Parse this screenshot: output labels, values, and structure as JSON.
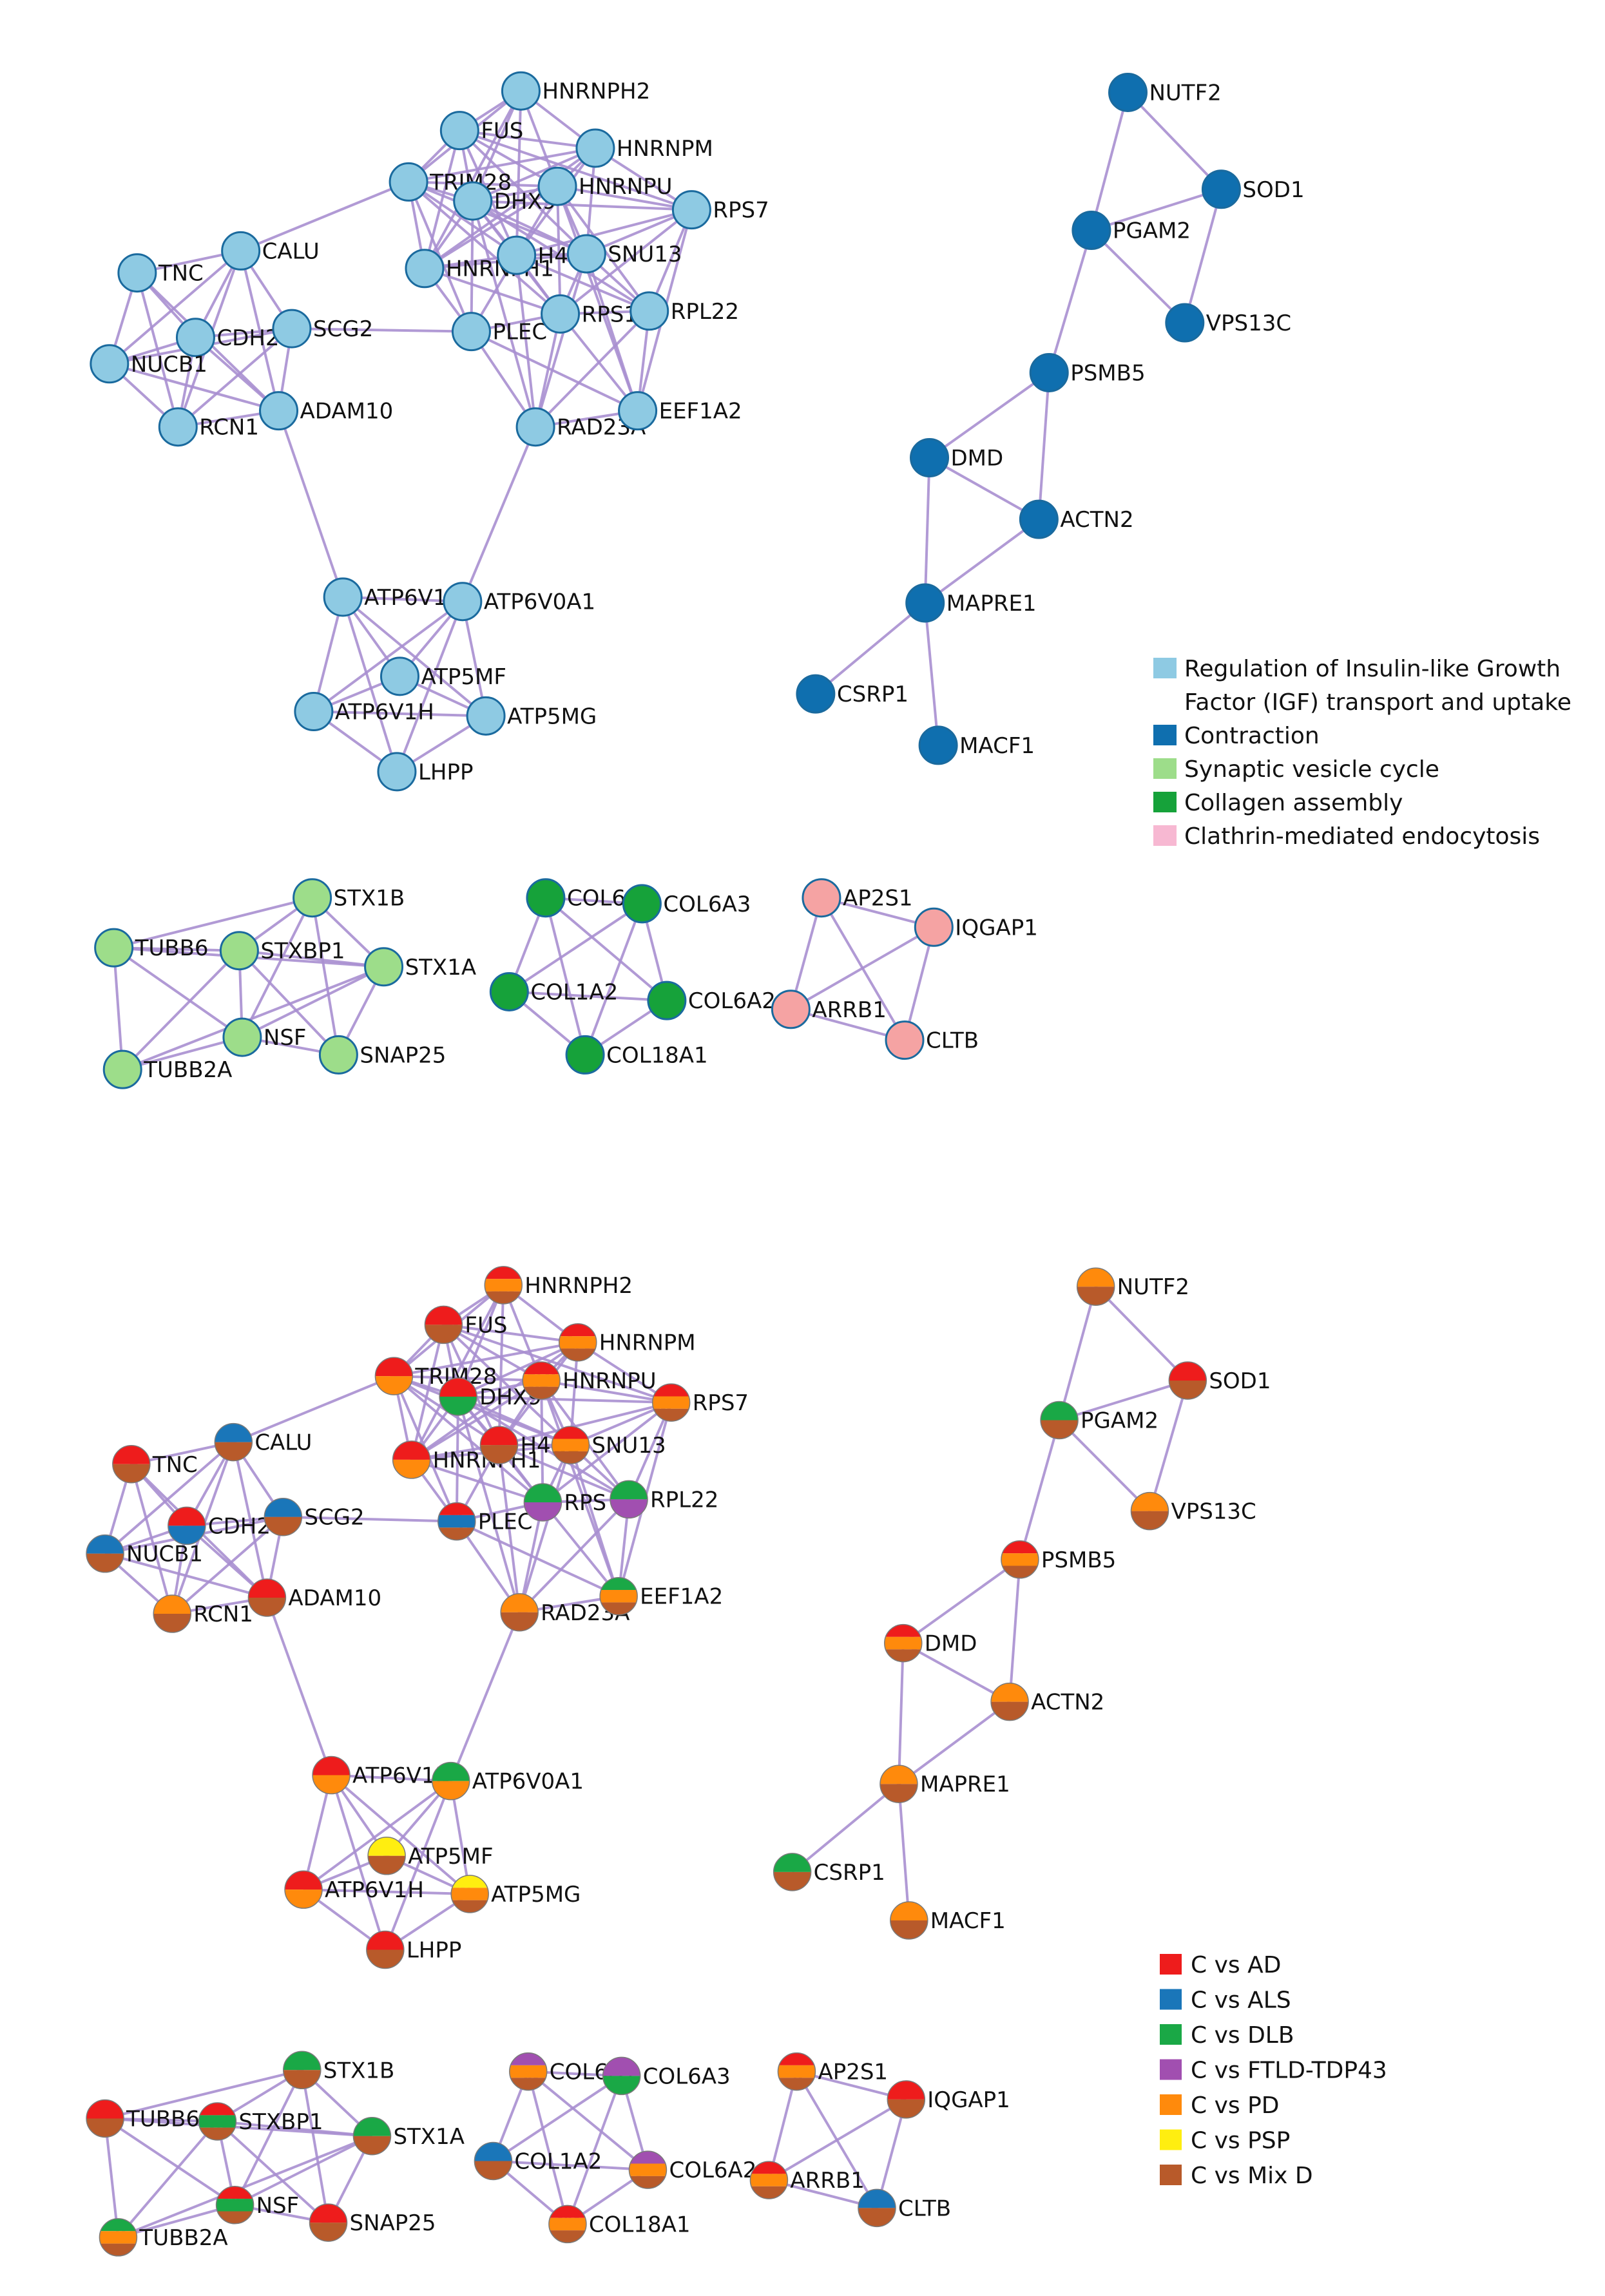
{
  "edge_color": "#a98fd0",
  "top": {
    "node_border": "#1a6a9e",
    "clusters": [
      {
        "name": "Regulation of Insulin-like Growth Factor (IGF) transport and uptake",
        "color": "#8ecae3",
        "nodes": [
          "HNRNPH2",
          "FUS",
          "HNRNPM",
          "TRIM28",
          "DHX9",
          "HNRNPU",
          "RPS7",
          "TNC",
          "CALU",
          "HNRNPH1",
          "H4C1",
          "SNU13",
          "CDH2",
          "SCG2",
          "PLEC",
          "RPS11",
          "RPL22",
          "NUCB1",
          "ADAM10",
          "RCN1",
          "RAD23A",
          "EEF1A2",
          "ATP6V1D",
          "ATP6V0A1",
          "ATP5MF",
          "ATP6V1H",
          "ATP5MG",
          "LHPP"
        ],
        "labels": [
          "HNRNPH2",
          "FUS",
          "HNRNPM",
          "TRIM28",
          "DHX9",
          "HNRNPU",
          "RPS7",
          "TNC",
          "CALU",
          "HNRNPH1",
          "H4C1",
          "SNU13",
          "CDH2",
          "SCG2",
          "PLEC",
          "RPS11",
          "RPL22",
          "NUCB1",
          "ADAM10",
          "RCN1",
          "RAD23A",
          "EEF1A2",
          "ATP6V1",
          "ATP6V0A1",
          "ATP5MF",
          "ATP6V1H",
          "ATP5MG",
          "LHPP"
        ]
      },
      {
        "name": "Contraction",
        "color": "#0f6faf",
        "nodes": [
          "NUTF2",
          "SOD1",
          "PGAM2",
          "VPS13C",
          "PSMB5",
          "DMD",
          "ACTN2",
          "MAPRE1",
          "CSRP1",
          "MACF1"
        ],
        "labels": [
          "NUTF2",
          "SOD1",
          "PGAM2",
          "VPS13C",
          "PSMB5",
          "DMD",
          "ACTN2",
          "MAPRE1",
          "CSRP1",
          "MACF1"
        ]
      },
      {
        "name": "Synaptic vesicle cycle",
        "color": "#9ddd8a",
        "nodes": [
          "STX1B",
          "TUBB6",
          "STXBP1",
          "STX1A",
          "NSF",
          "TUBB2A",
          "SNAP25"
        ],
        "labels": [
          "STX1B",
          "TUBB6",
          "STXBP1",
          "STX1A",
          "NSF",
          "TUBB2A",
          "SNAP25"
        ]
      },
      {
        "name": "Collagen assembly",
        "color": "#16a23a",
        "nodes": [
          "COL6A1",
          "COL6A3",
          "COL1A2",
          "COL6A2",
          "COL18A1"
        ],
        "labels": [
          "COL6",
          "COL6A3",
          "COL1A2",
          "COL6A2",
          "COL18A1"
        ]
      },
      {
        "name": "Clathrin-mediated endocytosis",
        "color": "#f5a3a3",
        "nodes": [
          "AP2S1",
          "IQGAP1",
          "ARRB1",
          "CLTB"
        ],
        "labels": [
          "AP2S1",
          "IQGAP1",
          "ARRB1",
          "CLTB"
        ]
      }
    ],
    "legend": [
      {
        "label": "Regulation of Insulin-like Growth",
        "color": "#8ecae3"
      },
      {
        "label": "Factor (IGF) transport and uptake",
        "color": null
      },
      {
        "label": "Contraction",
        "color": "#0f6faf"
      },
      {
        "label": "Synaptic vesicle cycle",
        "color": "#9ddd8a"
      },
      {
        "label": "Collagen assembly",
        "color": "#16a23a"
      },
      {
        "label": "Clathrin-mediated endocytosis",
        "color": "#f7b8d2"
      }
    ]
  },
  "bottom": {
    "categories": {
      "AD": "#ee1c1c",
      "ALS": "#1a76b9",
      "DLB": "#1aa846",
      "FTLD": "#a14fb0",
      "PD": "#ff8a0c",
      "PSP": "#ffee10",
      "MIX": "#b85a2a"
    },
    "legend": [
      {
        "label": "C vs AD",
        "key": "AD"
      },
      {
        "label": "C vs ALS",
        "key": "ALS"
      },
      {
        "label": "C vs DLB",
        "key": "DLB"
      },
      {
        "label": "C vs FTLD-TDP43",
        "key": "FTLD"
      },
      {
        "label": "C vs PD",
        "key": "PD"
      },
      {
        "label": "C vs PSP",
        "key": "PSP"
      },
      {
        "label": "C vs Mix D",
        "key": "MIX"
      }
    ],
    "labels": {
      "ATP6V1D": "ATP6V1D",
      "COL6A1": "COL6A1",
      "RPS11": "RPS",
      "HNRNPH1": "HNRNPH1",
      "TUBB6": "TUBB6",
      "RAD23A": "RAD23A"
    },
    "node_states": {
      "HNRNPH2": [
        "AD",
        "PD",
        "MIX"
      ],
      "FUS": [
        "AD",
        "MIX"
      ],
      "HNRNPM": [
        "AD",
        "PD",
        "MIX"
      ],
      "TRIM28": [
        "AD",
        "PD"
      ],
      "DHX9": [
        "AD",
        "DLB"
      ],
      "HNRNPU": [
        "AD",
        "PD",
        "MIX"
      ],
      "RPS7": [
        "AD",
        "PD",
        "MIX"
      ],
      "TNC": [
        "AD",
        "MIX"
      ],
      "CALU": [
        "ALS",
        "MIX"
      ],
      "HNRNPH1": [
        "AD",
        "PD"
      ],
      "H4C1": [
        "AD",
        "MIX"
      ],
      "SNU13": [
        "AD",
        "PD",
        "MIX"
      ],
      "CDH2": [
        "AD",
        "ALS"
      ],
      "SCG2": [
        "ALS",
        "MIX"
      ],
      "PLEC": [
        "AD",
        "ALS",
        "MIX"
      ],
      "RPS11": [
        "DLB",
        "FTLD"
      ],
      "RPL22": [
        "DLB",
        "FTLD"
      ],
      "NUCB1": [
        "ALS",
        "MIX"
      ],
      "ADAM10": [
        "AD",
        "MIX"
      ],
      "RCN1": [
        "PD",
        "MIX"
      ],
      "RAD23A": [
        "PD",
        "MIX"
      ],
      "EEF1A2": [
        "DLB",
        "PD",
        "MIX"
      ],
      "ATP6V1D": [
        "AD",
        "PD"
      ],
      "ATP6V0A1": [
        "DLB",
        "PD"
      ],
      "ATP5MF": [
        "PSP",
        "MIX"
      ],
      "ATP6V1H": [
        "AD",
        "PD"
      ],
      "ATP5MG": [
        "PSP",
        "PD",
        "MIX"
      ],
      "LHPP": [
        "AD",
        "MIX"
      ],
      "NUTF2": [
        "PD",
        "MIX"
      ],
      "SOD1": [
        "AD",
        "MIX"
      ],
      "PGAM2": [
        "DLB",
        "MIX"
      ],
      "VPS13C": [
        "PD",
        "MIX"
      ],
      "PSMB5": [
        "AD",
        "PD",
        "MIX"
      ],
      "DMD": [
        "AD",
        "PD",
        "MIX"
      ],
      "ACTN2": [
        "PD",
        "MIX"
      ],
      "MAPRE1": [
        "PD",
        "MIX"
      ],
      "CSRP1": [
        "DLB",
        "MIX"
      ],
      "MACF1": [
        "PD",
        "MIX"
      ],
      "STX1B": [
        "DLB",
        "MIX"
      ],
      "TUBB6": [
        "AD",
        "MIX"
      ],
      "STXBP1": [
        "AD",
        "DLB",
        "MIX"
      ],
      "STX1A": [
        "DLB",
        "MIX"
      ],
      "NSF": [
        "AD",
        "DLB",
        "MIX"
      ],
      "TUBB2A": [
        "DLB",
        "PD",
        "MIX"
      ],
      "SNAP25": [
        "AD",
        "MIX"
      ],
      "COL6A1": [
        "FTLD",
        "PD",
        "MIX"
      ],
      "COL6A3": [
        "FTLD",
        "DLB"
      ],
      "COL1A2": [
        "ALS",
        "MIX"
      ],
      "COL6A2": [
        "FTLD",
        "PD",
        "MIX"
      ],
      "COL18A1": [
        "AD",
        "PD",
        "MIX"
      ],
      "AP2S1": [
        "AD",
        "PD",
        "MIX"
      ],
      "IQGAP1": [
        "AD",
        "MIX"
      ],
      "ARRB1": [
        "AD",
        "PD",
        "MIX"
      ],
      "CLTB": [
        "ALS",
        "MIX"
      ]
    }
  },
  "edges": [
    [
      "HNRNPH2",
      "FUS"
    ],
    [
      "HNRNPH2",
      "HNRNPM"
    ],
    [
      "HNRNPH2",
      "TRIM28"
    ],
    [
      "HNRNPH2",
      "DHX9"
    ],
    [
      "HNRNPH2",
      "HNRNPU"
    ],
    [
      "HNRNPH2",
      "HNRNPH1"
    ],
    [
      "HNRNPH2",
      "H4C1"
    ],
    [
      "FUS",
      "HNRNPM"
    ],
    [
      "FUS",
      "TRIM28"
    ],
    [
      "FUS",
      "DHX9"
    ],
    [
      "FUS",
      "HNRNPU"
    ],
    [
      "FUS",
      "HNRNPH1"
    ],
    [
      "FUS",
      "H4C1"
    ],
    [
      "FUS",
      "SNU13"
    ],
    [
      "FUS",
      "RPS7"
    ],
    [
      "HNRNPM",
      "TRIM28"
    ],
    [
      "HNRNPM",
      "DHX9"
    ],
    [
      "HNRNPM",
      "HNRNPU"
    ],
    [
      "HNRNPM",
      "HNRNPH1"
    ],
    [
      "HNRNPM",
      "H4C1"
    ],
    [
      "HNRNPM",
      "SNU13"
    ],
    [
      "HNRNPM",
      "RPS7"
    ],
    [
      "TRIM28",
      "DHX9"
    ],
    [
      "TRIM28",
      "HNRNPU"
    ],
    [
      "TRIM28",
      "HNRNPH1"
    ],
    [
      "TRIM28",
      "H4C1"
    ],
    [
      "TRIM28",
      "SNU13"
    ],
    [
      "TRIM28",
      "CALU"
    ],
    [
      "TRIM28",
      "PLEC"
    ],
    [
      "TRIM28",
      "RPS11"
    ],
    [
      "DHX9",
      "HNRNPU"
    ],
    [
      "DHX9",
      "HNRNPH1"
    ],
    [
      "DHX9",
      "H4C1"
    ],
    [
      "DHX9",
      "SNU13"
    ],
    [
      "DHX9",
      "RPS7"
    ],
    [
      "DHX9",
      "RPS11"
    ],
    [
      "DHX9",
      "RPL22"
    ],
    [
      "DHX9",
      "PLEC"
    ],
    [
      "DHX9",
      "RAD23A"
    ],
    [
      "HNRNPU",
      "RPS7"
    ],
    [
      "HNRNPU",
      "SNU13"
    ],
    [
      "HNRNPU",
      "H4C1"
    ],
    [
      "HNRNPU",
      "HNRNPH1"
    ],
    [
      "HNRNPU",
      "RPS11"
    ],
    [
      "HNRNPU",
      "RPL22"
    ],
    [
      "HNRNPU",
      "EEF1A2"
    ],
    [
      "RPS7",
      "RPS11"
    ],
    [
      "RPS7",
      "RPL22"
    ],
    [
      "RPS7",
      "SNU13"
    ],
    [
      "RPS7",
      "EEF1A2"
    ],
    [
      "RPS7",
      "H4C1"
    ],
    [
      "HNRNPH1",
      "H4C1"
    ],
    [
      "HNRNPH1",
      "SNU13"
    ],
    [
      "HNRNPH1",
      "PLEC"
    ],
    [
      "HNRNPH1",
      "RPS11"
    ],
    [
      "H4C1",
      "SNU13"
    ],
    [
      "H4C1",
      "RPS11"
    ],
    [
      "H4C1",
      "PLEC"
    ],
    [
      "H4C1",
      "RAD23A"
    ],
    [
      "H4C1",
      "RPL22"
    ],
    [
      "SNU13",
      "RPS11"
    ],
    [
      "SNU13",
      "RPL22"
    ],
    [
      "SNU13",
      "RAD23A"
    ],
    [
      "SNU13",
      "EEF1A2"
    ],
    [
      "RPS11",
      "RPL22"
    ],
    [
      "RPS11",
      "EEF1A2"
    ],
    [
      "RPS11",
      "RAD23A"
    ],
    [
      "RPS11",
      "PLEC"
    ],
    [
      "RPL22",
      "EEF1A2"
    ],
    [
      "RPL22",
      "RAD23A"
    ],
    [
      "PLEC",
      "RAD23A"
    ],
    [
      "PLEC",
      "EEF1A2"
    ],
    [
      "PLEC",
      "SCG2"
    ],
    [
      "RAD23A",
      "EEF1A2"
    ],
    [
      "TNC",
      "CALU"
    ],
    [
      "TNC",
      "CDH2"
    ],
    [
      "TNC",
      "NUCB1"
    ],
    [
      "TNC",
      "RCN1"
    ],
    [
      "TNC",
      "ADAM10"
    ],
    [
      "CALU",
      "CDH2"
    ],
    [
      "CALU",
      "SCG2"
    ],
    [
      "CALU",
      "NUCB1"
    ],
    [
      "CALU",
      "RCN1"
    ],
    [
      "CALU",
      "ADAM10"
    ],
    [
      "CDH2",
      "SCG2"
    ],
    [
      "CDH2",
      "NUCB1"
    ],
    [
      "CDH2",
      "RCN1"
    ],
    [
      "CDH2",
      "ADAM10"
    ],
    [
      "SCG2",
      "ADAM10"
    ],
    [
      "SCG2",
      "NUCB1"
    ],
    [
      "SCG2",
      "RCN1"
    ],
    [
      "NUCB1",
      "RCN1"
    ],
    [
      "NUCB1",
      "ADAM10"
    ],
    [
      "RCN1",
      "ADAM10"
    ],
    [
      "ADAM10",
      "ATP6V1D"
    ],
    [
      "RAD23A",
      "ATP6V0A1"
    ],
    [
      "ATP6V1D",
      "ATP6V0A1"
    ],
    [
      "ATP6V1D",
      "ATP5MF"
    ],
    [
      "ATP6V1D",
      "ATP6V1H"
    ],
    [
      "ATP6V1D",
      "ATP5MG"
    ],
    [
      "ATP6V1D",
      "LHPP"
    ],
    [
      "ATP6V0A1",
      "ATP5MF"
    ],
    [
      "ATP6V0A1",
      "ATP6V1H"
    ],
    [
      "ATP6V0A1",
      "ATP5MG"
    ],
    [
      "ATP6V0A1",
      "LHPP"
    ],
    [
      "ATP5MF",
      "ATP6V1H"
    ],
    [
      "ATP5MF",
      "ATP5MG"
    ],
    [
      "ATP6V1H",
      "ATP5MG"
    ],
    [
      "ATP6V1H",
      "LHPP"
    ],
    [
      "ATP5MG",
      "LHPP"
    ],
    [
      "NUTF2",
      "SOD1"
    ],
    [
      "NUTF2",
      "PGAM2"
    ],
    [
      "PGAM2",
      "SOD1"
    ],
    [
      "PGAM2",
      "VPS13C"
    ],
    [
      "SOD1",
      "VPS13C"
    ],
    [
      "PGAM2",
      "PSMB5"
    ],
    [
      "PSMB5",
      "DMD"
    ],
    [
      "PSMB5",
      "ACTN2"
    ],
    [
      "DMD",
      "ACTN2"
    ],
    [
      "DMD",
      "MAPRE1"
    ],
    [
      "ACTN2",
      "MAPRE1"
    ],
    [
      "MAPRE1",
      "CSRP1"
    ],
    [
      "MAPRE1",
      "MACF1"
    ],
    [
      "STX1B",
      "TUBB6"
    ],
    [
      "STX1B",
      "STXBP1"
    ],
    [
      "STX1B",
      "NSF"
    ],
    [
      "STX1B",
      "SNAP25"
    ],
    [
      "STX1B",
      "STX1A"
    ],
    [
      "TUBB6",
      "STXBP1"
    ],
    [
      "TUBB6",
      "NSF"
    ],
    [
      "TUBB6",
      "TUBB2A"
    ],
    [
      "TUBB6",
      "STX1A"
    ],
    [
      "STXBP1",
      "STX1A"
    ],
    [
      "STXBP1",
      "NSF"
    ],
    [
      "STXBP1",
      "SNAP25"
    ],
    [
      "STXBP1",
      "TUBB2A"
    ],
    [
      "STX1A",
      "NSF"
    ],
    [
      "STX1A",
      "SNAP25"
    ],
    [
      "NSF",
      "SNAP25"
    ],
    [
      "NSF",
      "TUBB2A"
    ],
    [
      "TUBB2A",
      "STX1A"
    ],
    [
      "COL6A1",
      "COL6A3"
    ],
    [
      "COL6A1",
      "COL1A2"
    ],
    [
      "COL6A1",
      "COL6A2"
    ],
    [
      "COL6A1",
      "COL18A1"
    ],
    [
      "COL6A3",
      "COL1A2"
    ],
    [
      "COL6A3",
      "COL6A2"
    ],
    [
      "COL6A3",
      "COL18A1"
    ],
    [
      "COL1A2",
      "COL6A2"
    ],
    [
      "COL1A2",
      "COL18A1"
    ],
    [
      "COL6A2",
      "COL18A1"
    ],
    [
      "AP2S1",
      "IQGAP1"
    ],
    [
      "AP2S1",
      "ARRB1"
    ],
    [
      "AP2S1",
      "CLTB"
    ],
    [
      "IQGAP1",
      "ARRB1"
    ],
    [
      "IQGAP1",
      "CLTB"
    ],
    [
      "ARRB1",
      "CLTB"
    ]
  ]
}
